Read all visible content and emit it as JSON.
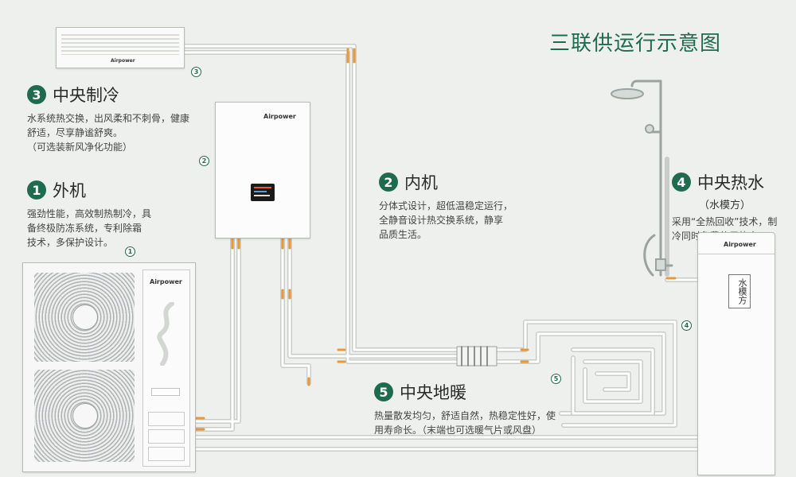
{
  "title": "三联供运行示意图",
  "sections": {
    "cooling": {
      "num": "3",
      "title": "中央制冷",
      "lines": [
        "水系统热交换，出风柔和不刺骨，健康",
        "舒适，尽享静谧舒爽。",
        "（可选装新风净化功能）"
      ]
    },
    "outdoor": {
      "num": "1",
      "title": "外机",
      "lines": [
        "强劲性能，高效制热制冷，具",
        "备终极防冻系统，专利除霜",
        "技术，多保护设计。"
      ]
    },
    "indoor": {
      "num": "2",
      "title": "内机",
      "lines": [
        "分体式设计，超低温稳定运行，",
        "全静音设计热交换系统，静享",
        "品质生活。"
      ]
    },
    "hotwater": {
      "num": "4",
      "title": "中央热水",
      "subtitle": "（水模方）",
      "lines": [
        "采用“全热回收”技术，制",
        "冷同时免费使用热水。"
      ]
    },
    "floor": {
      "num": "5",
      "title": "中央地暖",
      "lines": [
        "热量散发均匀，舒适自然，热稳定性好，使",
        "用寿命长。（末端也可选暖气片或风盘）"
      ]
    }
  },
  "markers": {
    "ac": "3",
    "indoor": "2",
    "outdoor": "1",
    "tank": "4",
    "floor": "5"
  },
  "brand": "Airpower",
  "tank_label": "水模方",
  "colors": {
    "accent": "#1f6b4e",
    "pipe": "#ffffff",
    "pipe_hot": "#e8973a"
  }
}
